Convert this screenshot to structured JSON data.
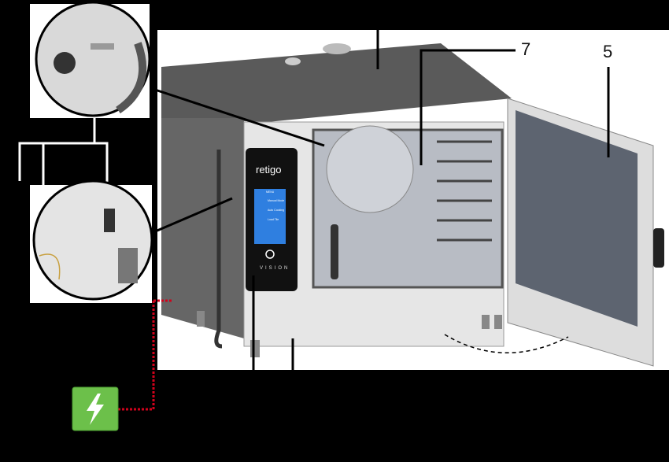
{
  "callouts": {
    "label_7": "7",
    "label_5": "5"
  },
  "panel": {
    "brand": "retigo",
    "model": "VISION",
    "screen": {
      "title": "MENU",
      "items": [
        "Manual Mode",
        "Auto Cooking",
        "Load Tile"
      ]
    }
  },
  "colors": {
    "power_icon": "#6cc04a",
    "cable": "#d0021b",
    "line": "#000000",
    "background": "#000000",
    "panel": "#ffffff"
  },
  "icons": [
    "power-lightning-icon"
  ]
}
